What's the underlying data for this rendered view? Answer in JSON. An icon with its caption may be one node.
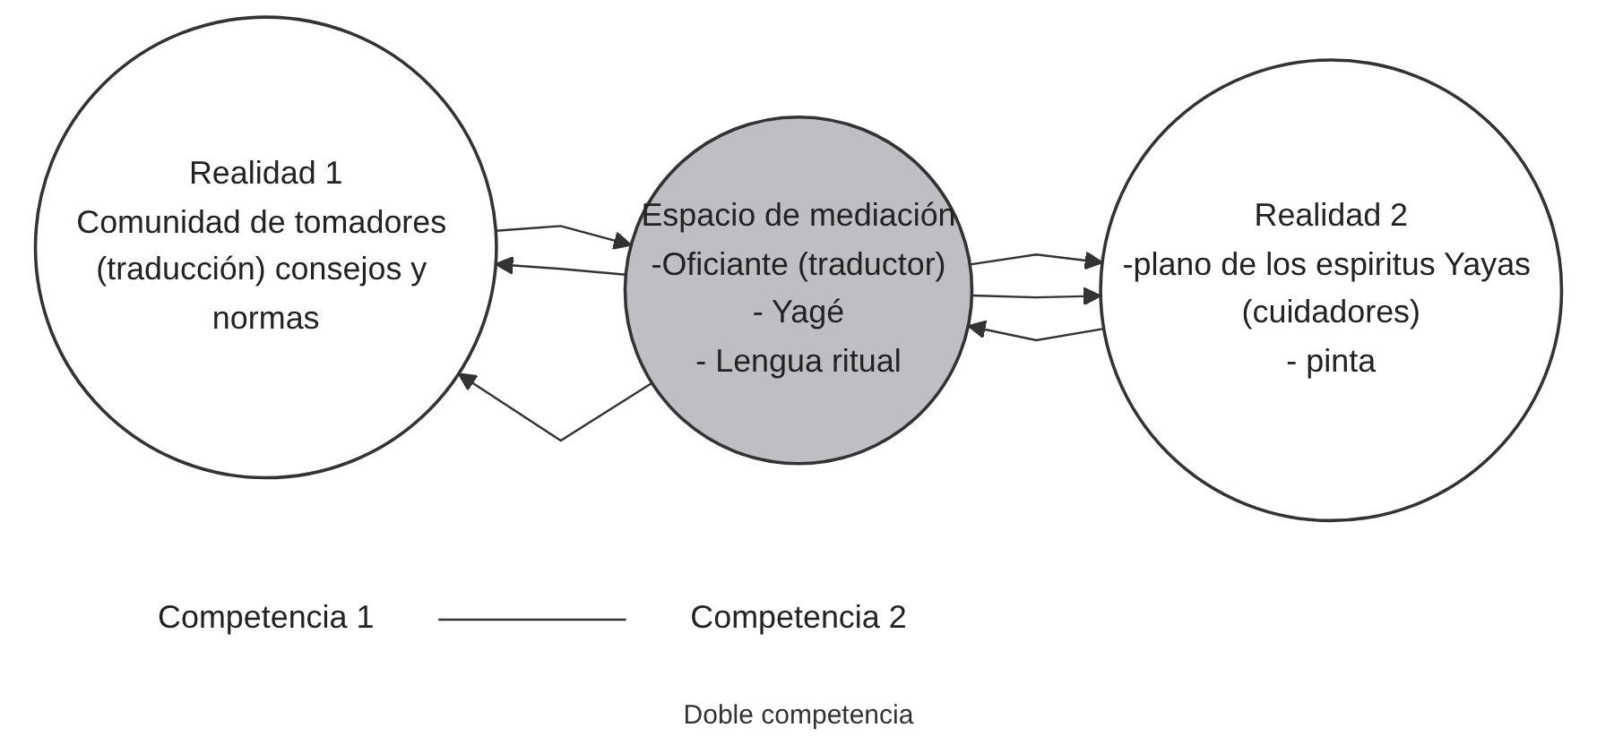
{
  "diagram": {
    "caption": "Doble competencia",
    "nodes": [
      {
        "text": [
          "Realidad 1",
          "Comunidad de tomadores (traducción) consejos y normas"
        ]
      },
      {
        "text": [
          "Espacio de mediación",
          "-Oficiante (traductor)",
          "- Yagé",
          "- Lengua ritual"
        ]
      },
      {
        "text": [
          "Realidad 2",
          "-plano de los espiritus Yayas (cuidadores)",
          "- pinta"
        ]
      },
      {
        "text": [
          "Competencia 1"
        ]
      },
      {
        "text": [
          "Competencia 2"
        ]
      }
    ],
    "edges": [
      {
        "from": 0,
        "to": 1,
        "arrow": "to"
      },
      {
        "from": 1,
        "to": 0,
        "arrow": "to"
      },
      {
        "from": 1,
        "to": 2,
        "arrow": "to"
      },
      {
        "from": 2,
        "to": 1,
        "arrow": "to"
      },
      {
        "from": 1,
        "to": 0,
        "arrow": "to"
      },
      {
        "from": 1,
        "to": 2,
        "arrow": "to"
      },
      {
        "from": 3,
        "to": 4,
        "arrow": "none"
      }
    ]
  }
}
